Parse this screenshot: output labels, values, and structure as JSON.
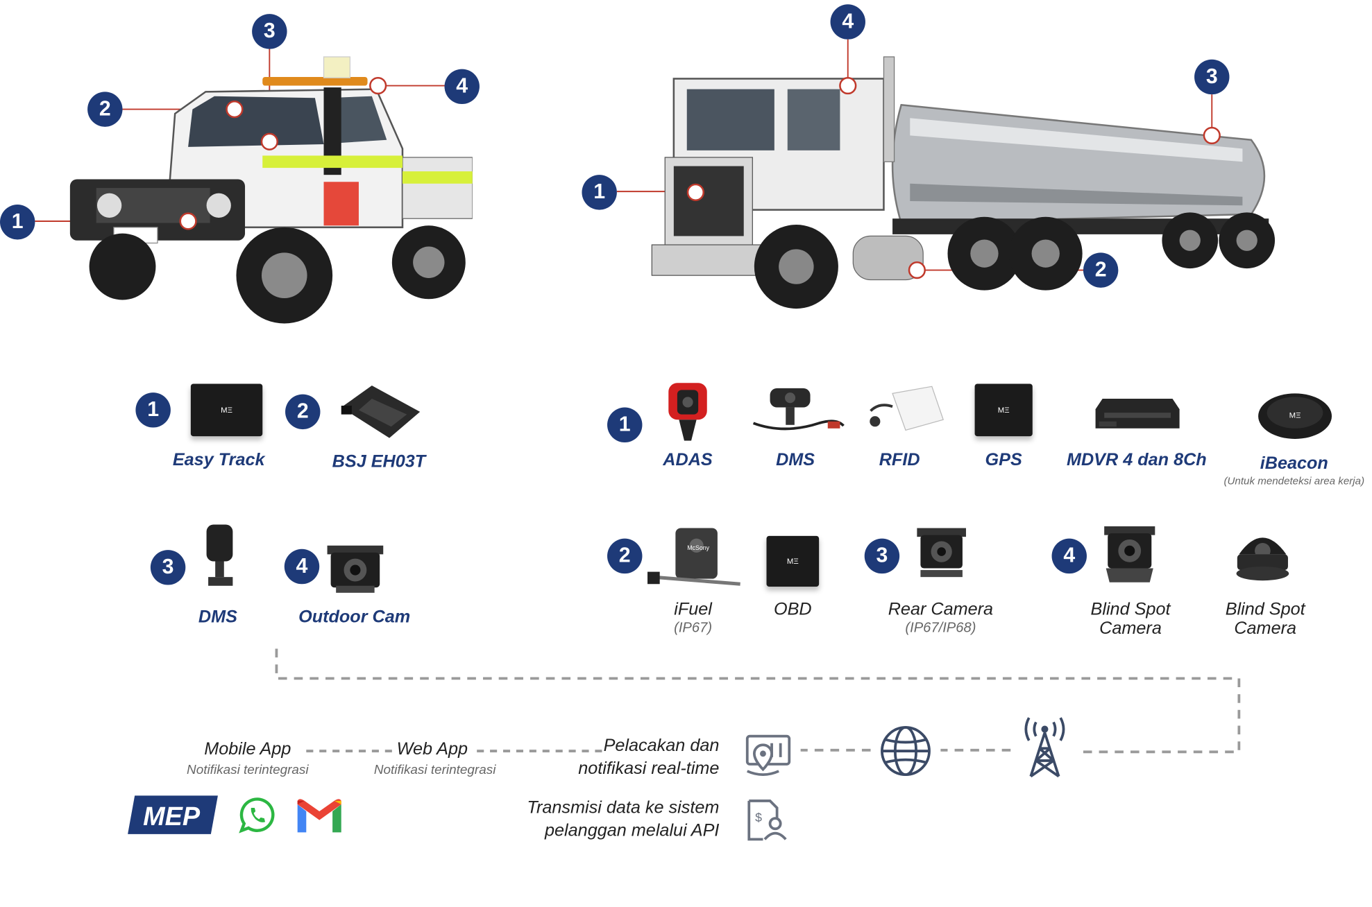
{
  "light_vehicle": {
    "markers": [
      "1",
      "2",
      "3",
      "4"
    ],
    "products": [
      {
        "number": "1",
        "label": "Easy Track"
      },
      {
        "number": "2",
        "label": "BSJ EH03T"
      },
      {
        "number": "3",
        "label": "DMS"
      },
      {
        "number": "4",
        "label": "Outdoor Cam"
      }
    ]
  },
  "heavy_vehicle": {
    "markers": [
      "1",
      "2",
      "3",
      "4"
    ],
    "group1": {
      "number": "1",
      "products": [
        {
          "label": "ADAS"
        },
        {
          "label": "DMS"
        },
        {
          "label": "RFID"
        },
        {
          "label": "GPS"
        },
        {
          "label": "MDVR 4 dan 8Ch"
        },
        {
          "label": "iBeacon",
          "note": "(Untuk mendeteksi area kerja)"
        }
      ]
    },
    "group2": {
      "number": "2",
      "products": [
        {
          "label": "iFuel",
          "note": "(IP67)"
        },
        {
          "label": "OBD"
        }
      ]
    },
    "group3": {
      "number": "3",
      "products": [
        {
          "label": "Rear Camera",
          "note": "(IP67/IP68)"
        }
      ]
    },
    "group4": {
      "number": "4",
      "products": [
        {
          "label": "Blind Spot",
          "label2": "Camera"
        },
        {
          "label": "Blind Spot",
          "label2": "Camera"
        }
      ]
    }
  },
  "product_brand_text": "MΞ",
  "ifuel_brand_text": "McSony",
  "flow": {
    "mobile_app": {
      "title": "Mobile App",
      "subtitle": "Notifikasi terintegrasi"
    },
    "web_app": {
      "title": "Web App",
      "subtitle": "Notifikasi terintegrasi"
    },
    "tracking": {
      "line1": "Pelacakan dan",
      "line2": "notifikasi real-time"
    },
    "api": {
      "line1": "Transmisi data ke sistem",
      "line2": "pelanggan melalui API"
    },
    "icons": [
      "map-pin-document-icon",
      "api-user-document-icon",
      "globe-icon",
      "cell-tower-icon"
    ]
  },
  "logos": {
    "mep": "MEP",
    "apps": [
      "whatsapp-logo",
      "gmail-logo"
    ]
  },
  "colors": {
    "primary": "#1e3a78",
    "line_red": "#c0392b",
    "dash_gray": "#999999"
  }
}
